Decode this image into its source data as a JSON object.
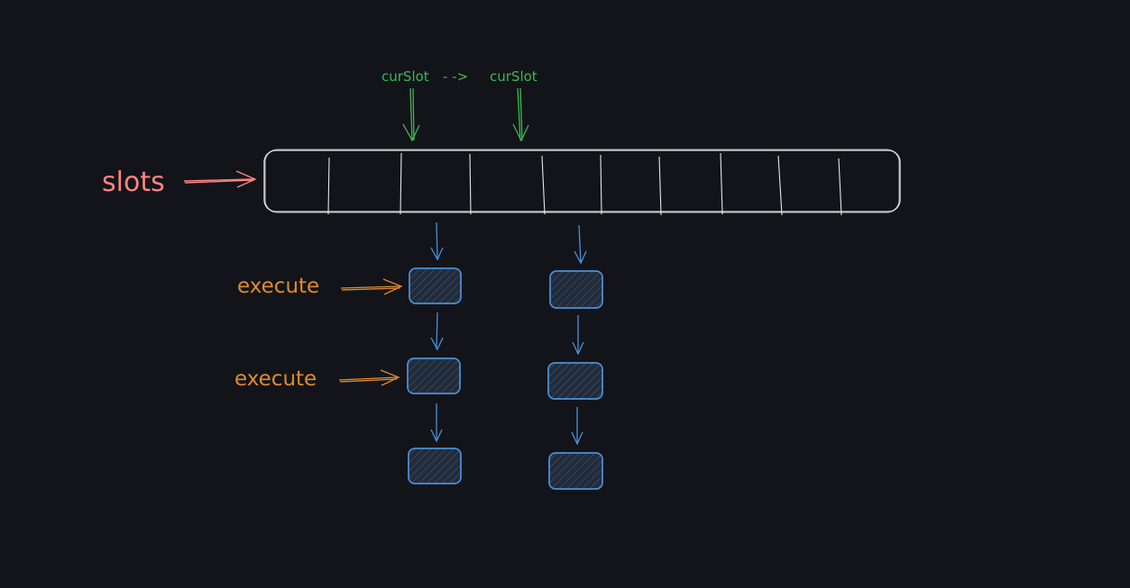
{
  "labels": {
    "slots": "slots",
    "execute_1": "execute",
    "execute_2": "execute",
    "curslot_from": "curSlot",
    "curslot_arrow": "- ->",
    "curslot_to": "curSlot"
  },
  "diagram": {
    "slot_count": 10,
    "task_columns": [
      {
        "slot_index": 2,
        "task_count": 3
      },
      {
        "slot_index": 4,
        "task_count": 3
      }
    ]
  },
  "colors": {
    "background": "#121419",
    "slots_bar": "#e6e6e6",
    "slots_label": "#ff8383",
    "execute_label": "#e08a2d",
    "curslot": "#40b653",
    "task_stroke": "#4a90d9",
    "task_fill": "#232b38"
  }
}
